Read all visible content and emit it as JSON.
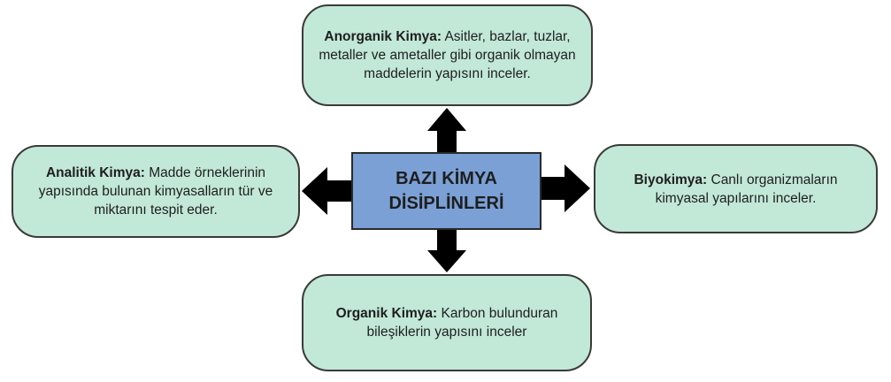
{
  "center": {
    "line1": "BAZI KİMYA",
    "line2": "DİSİPLİNLERİ",
    "fill_color": "#7aa0d6"
  },
  "box_fill_color": "#c2e8d8",
  "arrow_color": "#000000",
  "boxes": {
    "top": {
      "title": "Anorganik Kimya:",
      "text": " Asitler, bazlar, tuzlar, metaller ve ametaller gibi organik olmayan maddelerin yapısını inceler."
    },
    "left": {
      "title": "Analitik Kimya:",
      "text": " Madde örneklerinin yapısında bulunan kimyasalların tür ve miktarını tespit eder."
    },
    "right": {
      "title": "Biyokimya:",
      "text": " Canlı organizmaların kimyasal yapılarını inceler."
    },
    "bottom": {
      "title": "Organik Kimya:",
      "text": " Karbon bulunduran bileşiklerin yapısını inceler"
    }
  }
}
